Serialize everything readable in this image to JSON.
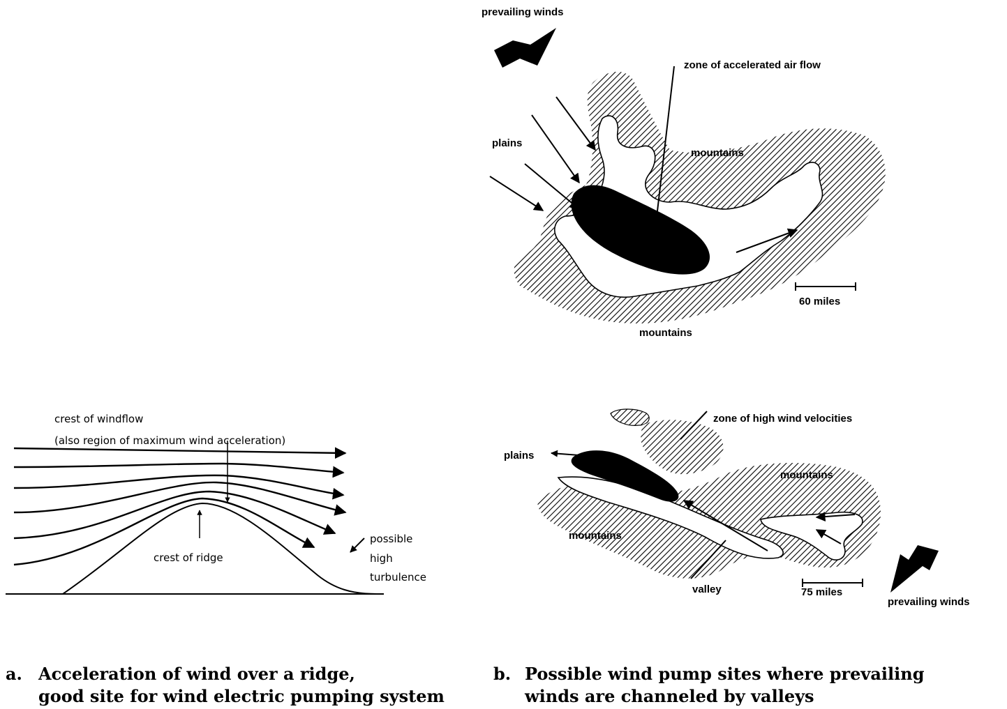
{
  "panel_a": {
    "crest_windflow_line1": "crest of windflow",
    "crest_windflow_line2": "(also region of maximum wind acceleration)",
    "crest_of_ridge": "crest of ridge",
    "turbulence_line1": "possible",
    "turbulence_line2": "high",
    "turbulence_line3": "turbulence",
    "caption_letter": "a.",
    "caption_line1": "Acceleration of wind over a ridge,",
    "caption_line2": "good site for wind electric pumping system"
  },
  "map_top": {
    "prevailing_winds": "prevailing winds",
    "zone_label": "zone of accelerated air flow",
    "plains": "plains",
    "mountains_1": "mountains",
    "mountains_2": "mountains",
    "scale_label": "60 miles"
  },
  "map_bottom": {
    "zone_label": "zone of high wind velocities",
    "plains": "plains",
    "mountains_1": "mountains",
    "mountains_2": "mountains",
    "valley": "valley",
    "scale_label": "75 miles",
    "prevailing_winds": "prevailing winds"
  },
  "panel_b": {
    "caption_letter": "b.",
    "caption_line1": "Possible wind pump sites where prevailing",
    "caption_line2": "winds are channeled by valleys"
  }
}
